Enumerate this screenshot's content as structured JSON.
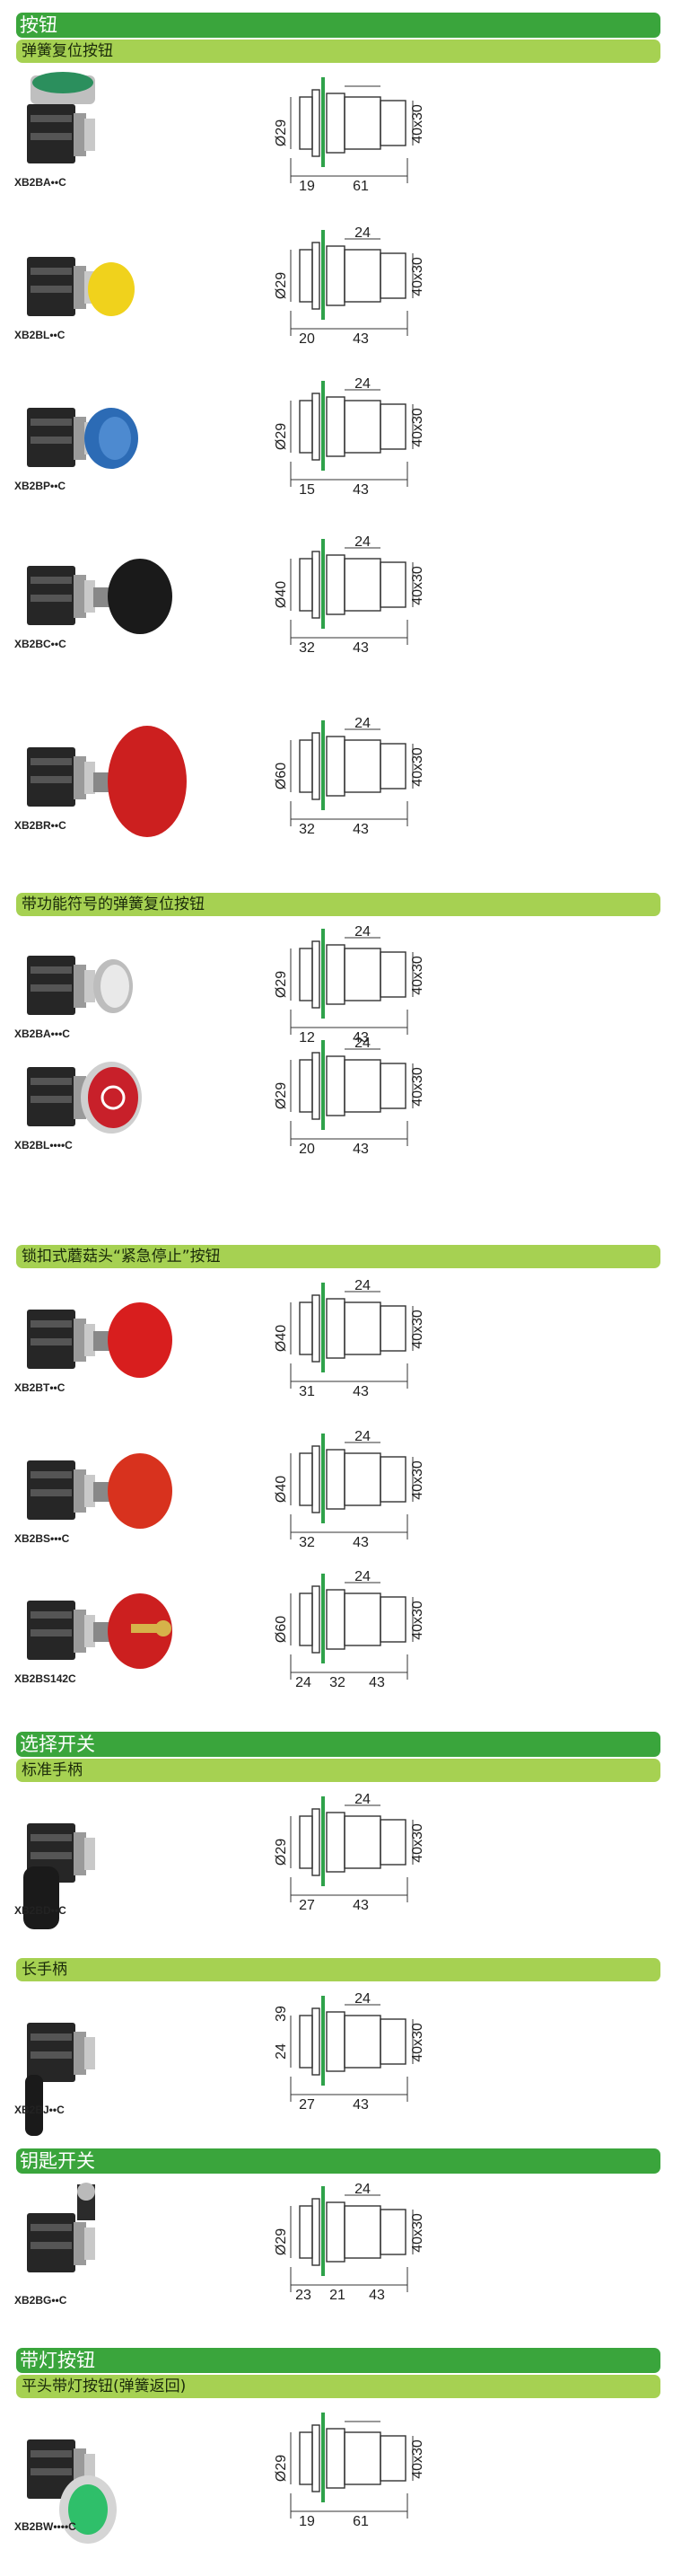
{
  "sections": {
    "s1": "按钮",
    "s1a": "弹簧复位按钮",
    "s2": "带功能符号的弹簧复位按钮",
    "s3": "锁扣式蘑菇头“紧急停止”按钮",
    "s4": "选择开关",
    "s4a": "标准手柄",
    "s4b": "长手柄",
    "s5": "钥匙开关",
    "s6": "带灯按钮",
    "s6a": "平头带灯按钮(弹簧返回)"
  },
  "products": [
    {
      "code": "XB2BA••C",
      "dia": "Ø29",
      "body": "40x30",
      "dims": [
        "19",
        "61"
      ],
      "color": "#2b8f5d",
      "shape": "flat"
    },
    {
      "code": "XB2BL••C",
      "dia": "Ø29",
      "body": "40x30",
      "dims": [
        "20",
        "43"
      ],
      "top": "24",
      "color": "#f0d21c",
      "shape": "project"
    },
    {
      "code": "XB2BP••C",
      "dia": "Ø29",
      "body": "40x30",
      "dims": [
        "15",
        "43"
      ],
      "top": "24",
      "color": "#2c6bb5",
      "shape": "boot"
    },
    {
      "code": "XB2BC••C",
      "dia": "Ø40",
      "body": "40x30",
      "dims": [
        "32",
        "43"
      ],
      "top": "24",
      "color": "#1a1a1a",
      "shape": "mush40"
    },
    {
      "code": "XB2BR••C",
      "dia": "Ø60",
      "body": "40x30",
      "dims": [
        "32",
        "43"
      ],
      "top": "24",
      "color": "#cc1f1f",
      "shape": "mush60"
    },
    {
      "code": "XB2BA•••C",
      "dia": "Ø29",
      "body": "40x30",
      "dims": [
        "12",
        "43"
      ],
      "top": "24",
      "color": "#e9e9e9",
      "shape": "flatwhite"
    },
    {
      "code": "XB2BL••••C",
      "dia": "Ø29",
      "body": "40x30",
      "dims": [
        "20",
        "43"
      ],
      "top": "24",
      "color": "#c8202a",
      "shape": "circle"
    },
    {
      "code": "XB2BT••C",
      "dia": "Ø40",
      "body": "40x30",
      "dims": [
        "31",
        "43"
      ],
      "top": "24",
      "color": "#d81e1e",
      "shape": "mush40"
    },
    {
      "code": "XB2BS•••C",
      "dia": "Ø40",
      "body": "40x30",
      "dims": [
        "32",
        "43"
      ],
      "top": "24",
      "color": "#d8321e",
      "shape": "mush40"
    },
    {
      "code": "XB2BS142C",
      "dia": "Ø60",
      "body": "40x30",
      "dims": [
        "24",
        "32",
        "43"
      ],
      "top": "24",
      "color": "#cc1f1f",
      "shape": "mushkey"
    },
    {
      "code": "XB2BD••C",
      "dia": "Ø29",
      "body": "40x30",
      "dims": [
        "27",
        "43"
      ],
      "top": "24",
      "color": "#1a1a1a",
      "shape": "selector"
    },
    {
      "code": "XB2BJ••C",
      "dia": "24",
      "dia2": "39",
      "body": "40x30",
      "dims": [
        "27",
        "43"
      ],
      "top": "24",
      "color": "#1a1a1a",
      "shape": "longhandle"
    },
    {
      "code": "XB2BG••C",
      "dia": "Ø29",
      "body": "40x30",
      "dims": [
        "23",
        "21",
        "43"
      ],
      "top": "24",
      "color": "#b0b0b0",
      "shape": "key"
    },
    {
      "code": "XB2BW••••C",
      "dia": "Ø29",
      "body": "40x30",
      "dims": [
        "19",
        "61"
      ],
      "color": "#2fbf6a",
      "shape": "lit"
    }
  ]
}
